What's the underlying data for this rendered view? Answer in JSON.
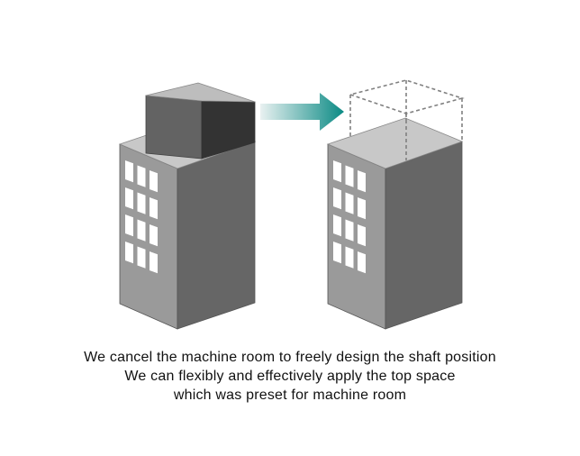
{
  "caption": {
    "lines": [
      "We cancel the machine room to freely design the shaft position",
      "We can flexibly and effectively apply the top space",
      "which was preset for machine room"
    ]
  },
  "colors": {
    "wall_front": "#9a9a9a",
    "wall_side": "#666666",
    "roof": "#c8c8c8",
    "machine_room_front": "#636363",
    "machine_room_side": "#333333",
    "machine_room_top": "#bdbdbd",
    "window": "#ffffff",
    "dashed_outline": "#808080",
    "arrow_start": "#e9f1f1",
    "arrow_end": "#0a8a84"
  },
  "icons": {
    "arrow": "arrow-right-icon"
  }
}
